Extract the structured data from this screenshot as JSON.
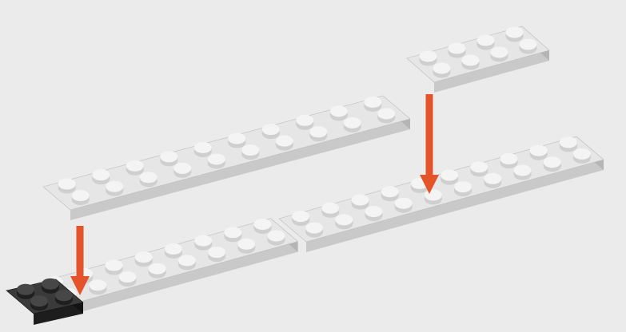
{
  "image_type": "LEGO building instruction step",
  "colors": {
    "background": "#ebebeb",
    "brick_top": "#e6e6e6",
    "brick_front": "#c9c9c9",
    "brick_right": "#b5b5b5",
    "stud_side": "#cfcfcf",
    "stud_top": "#f4f4f4",
    "dark_brick_top": "#3a3a3a",
    "dark_brick_front": "#1d1d1d",
    "arrow": "#e5532a"
  },
  "parts": [
    {
      "name": "plate-2x10-base-left",
      "size": "2x10",
      "color": "light-gray",
      "role": "placed"
    },
    {
      "name": "plate-2x10-base-right",
      "size": "2x10",
      "color": "light-gray",
      "role": "placed"
    },
    {
      "name": "plate-2x2-dark",
      "size": "2x2",
      "color": "black",
      "role": "placed"
    },
    {
      "name": "plate-2x10-new",
      "size": "2x10",
      "color": "light-gray",
      "role": "new"
    },
    {
      "name": "plate-2x4-new",
      "size": "2x4",
      "color": "light-gray",
      "role": "new"
    }
  ],
  "arrows": [
    {
      "name": "placement-arrow-left",
      "direction": "down"
    },
    {
      "name": "placement-arrow-right",
      "direction": "down"
    }
  ]
}
